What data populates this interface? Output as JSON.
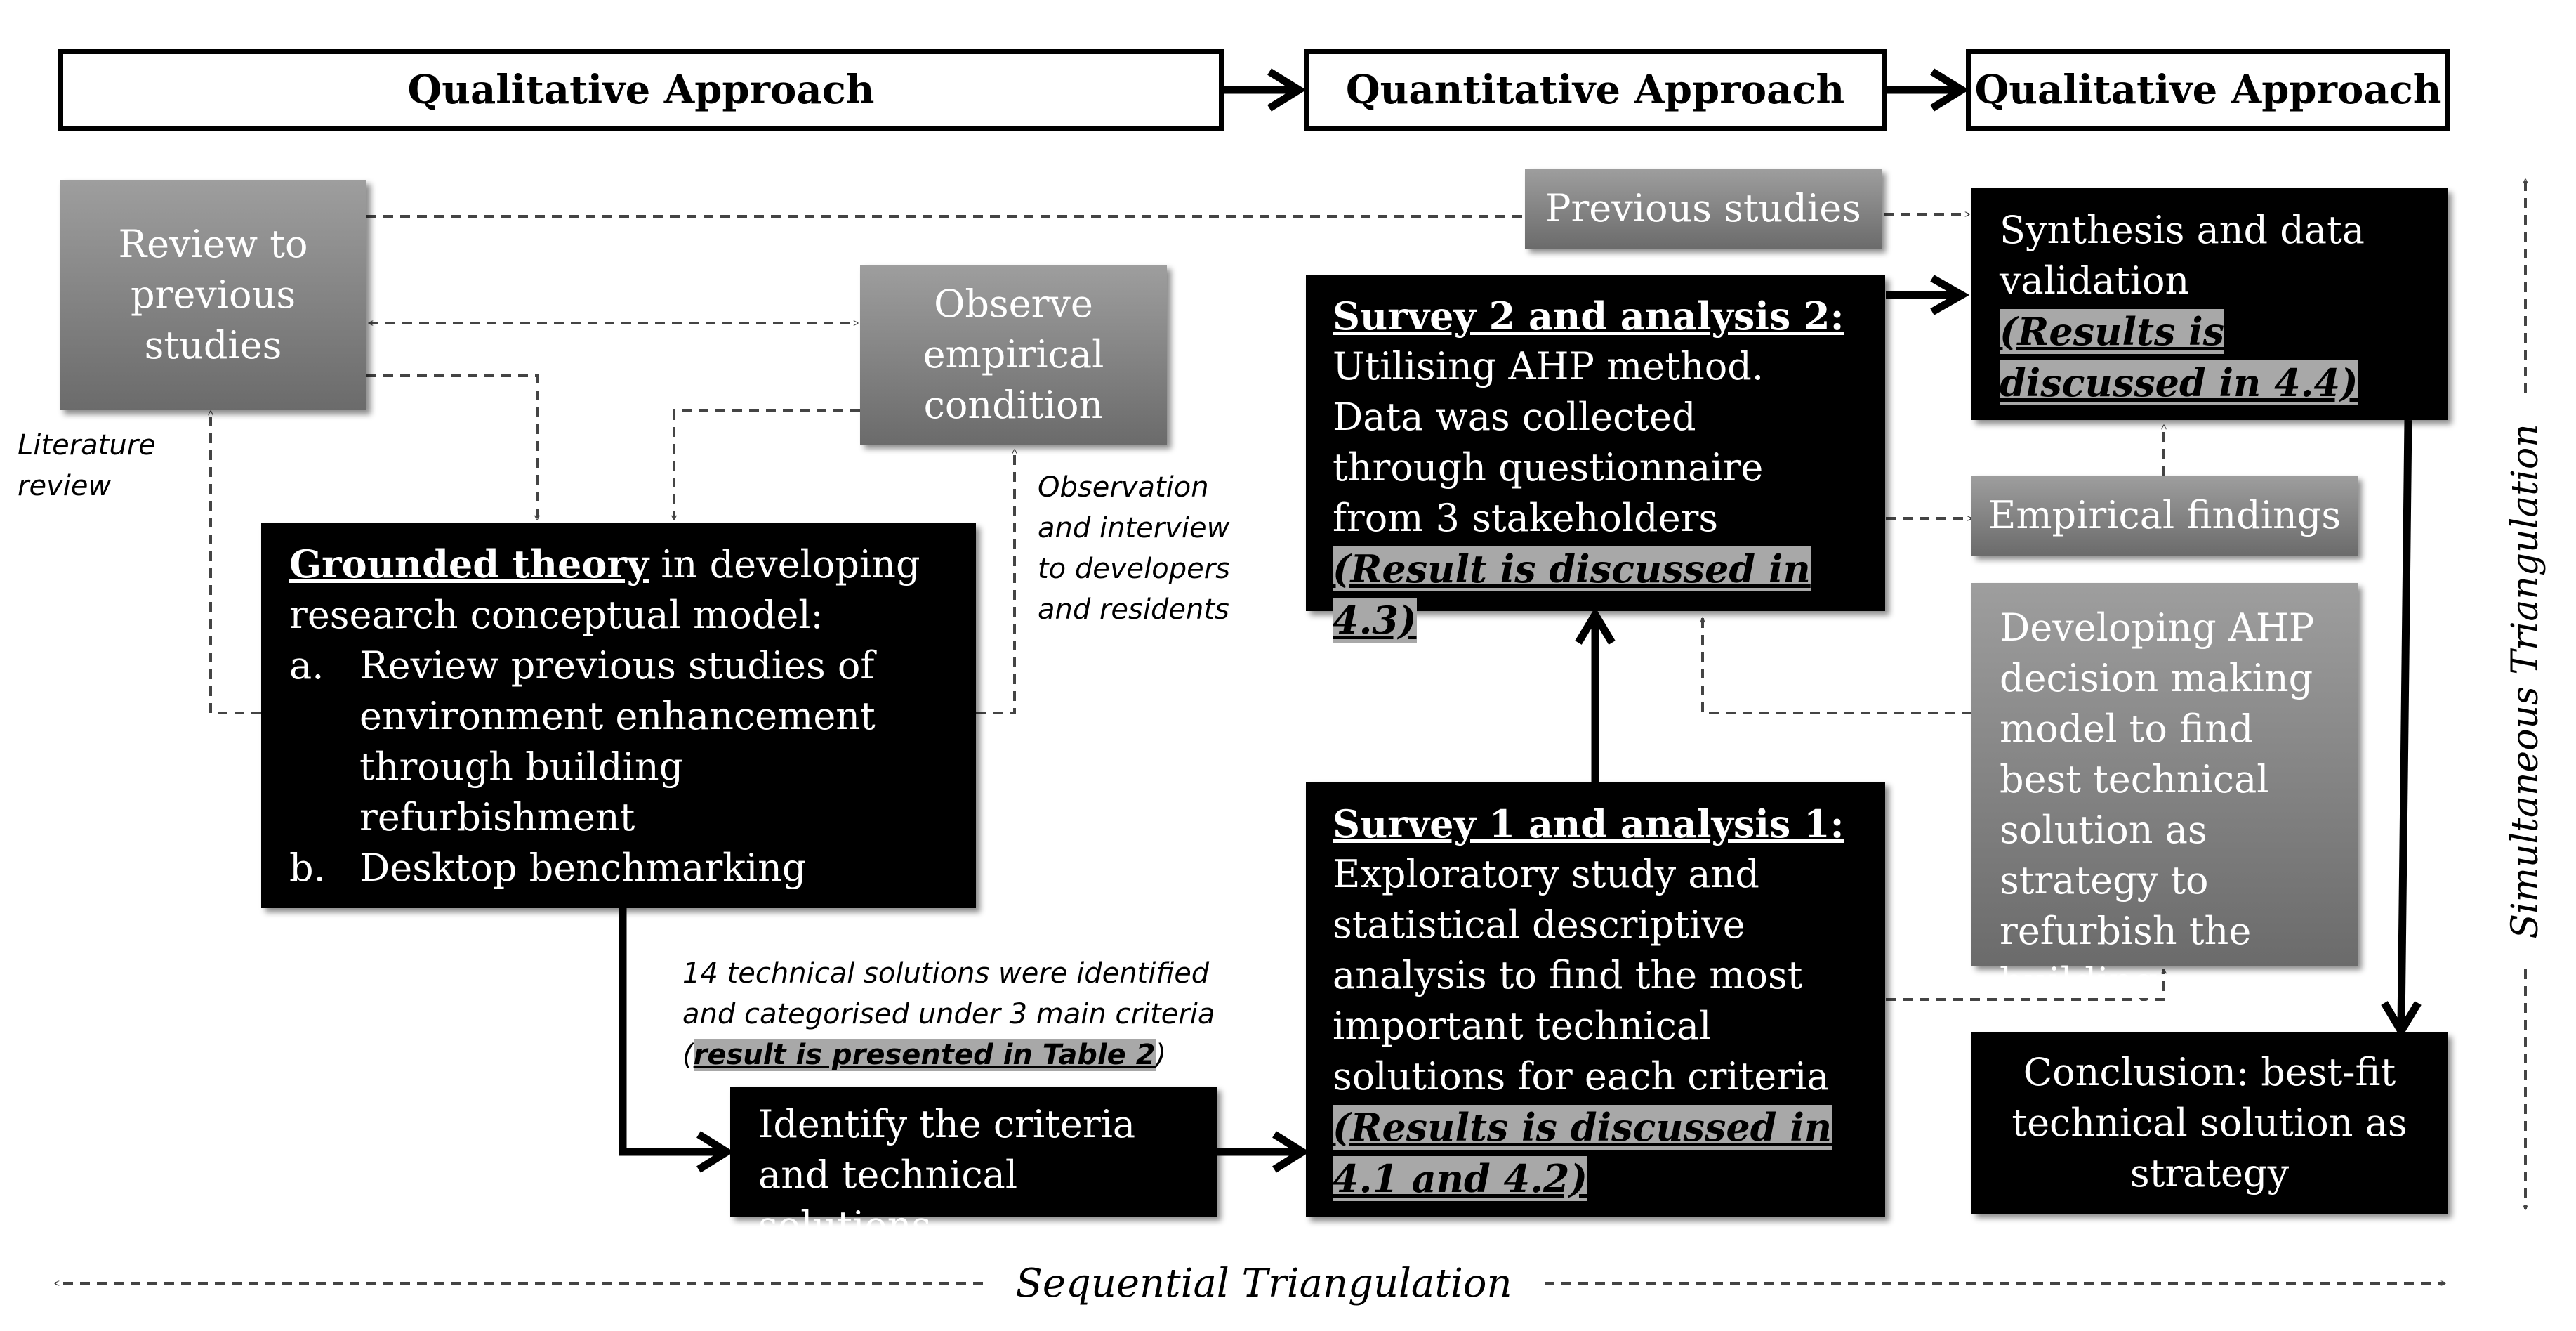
{
  "headers": {
    "qualitative_1": "Qualitative Approach",
    "quantitative": "Quantitative Approach",
    "qualitative_2": "Qualitative Approach"
  },
  "boxes": {
    "review_previous": "Review to previous studies",
    "observe_empirical": "Observe empirical condition",
    "previous_studies": "Previous studies",
    "grounded": {
      "title": "Grounded theory",
      "intro": " in developing research conceptual model:",
      "items": [
        {
          "marker": "a.",
          "text": "Review previous studies of environment enhancement through building refurbishment"
        },
        {
          "marker": "b.",
          "text": "Desktop benchmarking"
        }
      ]
    },
    "survey2": {
      "title": "Survey 2 and analysis 2:",
      "body": "Utilising AHP method. Data was collected through questionnaire from 3 stakeholders",
      "result": "(Result is discussed in 4.3)"
    },
    "synthesis": {
      "body": "Synthesis and data validation",
      "result": "(Results is discussed in 4.4)"
    },
    "empirical_findings": "Empirical findings",
    "developing_ahp": "Developing AHP decision making model to find best technical solution as strategy to refurbish the building",
    "survey1": {
      "title": "Survey 1 and analysis 1:",
      "body": "Exploratory study and statistical descriptive analysis to find the most important technical solutions for each criteria",
      "result": "(Results is discussed in 4.1 and 4.2)"
    },
    "identify": "Identify the criteria and technical solutions",
    "conclusion": "Conclusion: best-fit technical solution as strategy"
  },
  "notes": {
    "literature_review": "Literature review",
    "observation": "Observation and interview to developers and residents",
    "identified_text": "14 technical solutions were identified and categorised under 3 main criteria",
    "identified_paren_open": "(",
    "identified_highlight": "result is presented in Table 2",
    "identified_paren_close": ")"
  },
  "axis_labels": {
    "sequential": "Sequential Triangulation",
    "simultaneous": "Simultaneous Triangulation"
  }
}
